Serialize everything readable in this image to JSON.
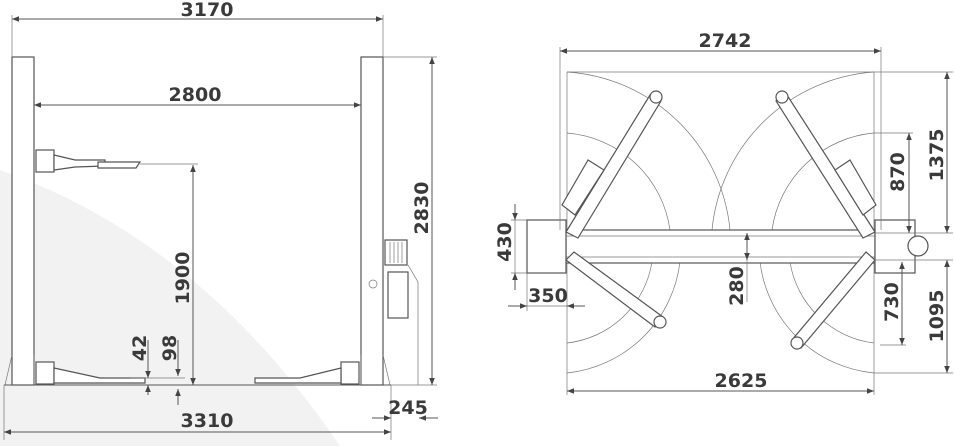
{
  "front_view": {
    "dimensions": {
      "overall_width": "3170",
      "inner_width": "2800",
      "max_lift_height": "1900",
      "min_pad_height_low": "42",
      "min_pad_height": "98",
      "total_height": "2830",
      "base_width": "3310",
      "motor_offset": "245"
    }
  },
  "top_view": {
    "dimensions": {
      "overall_width": "2742",
      "column_span": "2625",
      "rear_arm_reach": "1375",
      "front_arm_reach": "1095",
      "rear_arm_min": "870",
      "front_arm_min": "730",
      "beam_width": "280",
      "column_depth": "430",
      "column_width": "350"
    }
  },
  "colors": {
    "line": "#555555",
    "text": "#3a3a3a",
    "background_shade": "#f2f2f2"
  }
}
